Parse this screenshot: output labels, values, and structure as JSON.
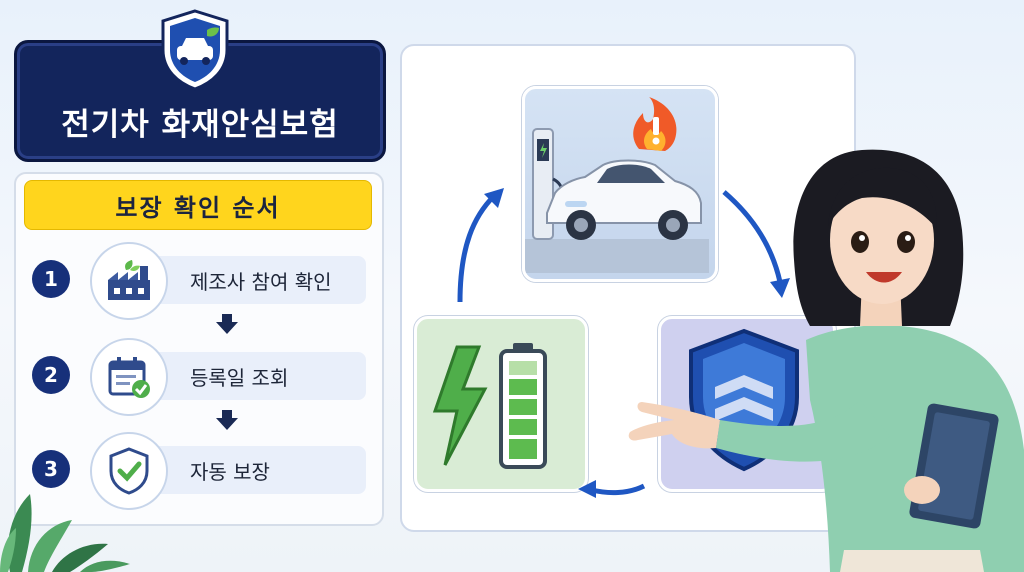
{
  "title": "전기차 화재안심보험",
  "steps_header": "보장 확인 순서",
  "steps": [
    {
      "number": "1",
      "label": "제조사 참여 확인",
      "icon": "factory-icon"
    },
    {
      "number": "2",
      "label": "등록일 조회",
      "icon": "calendar-check-icon"
    },
    {
      "number": "3",
      "label": "자동 보장",
      "icon": "shield-check-icon"
    }
  ],
  "cycle": [
    {
      "name": "ev-fire-warning",
      "icon": "car-fire-icon"
    },
    {
      "name": "insurance-shield",
      "icon": "shield-icon"
    },
    {
      "name": "battery-charge",
      "icon": "battery-bolt-icon"
    }
  ],
  "colors": {
    "navy": "#13255c",
    "yellow": "#ffd51d",
    "arrow_blue": "#1f57c3",
    "green": "#4fae4a"
  }
}
